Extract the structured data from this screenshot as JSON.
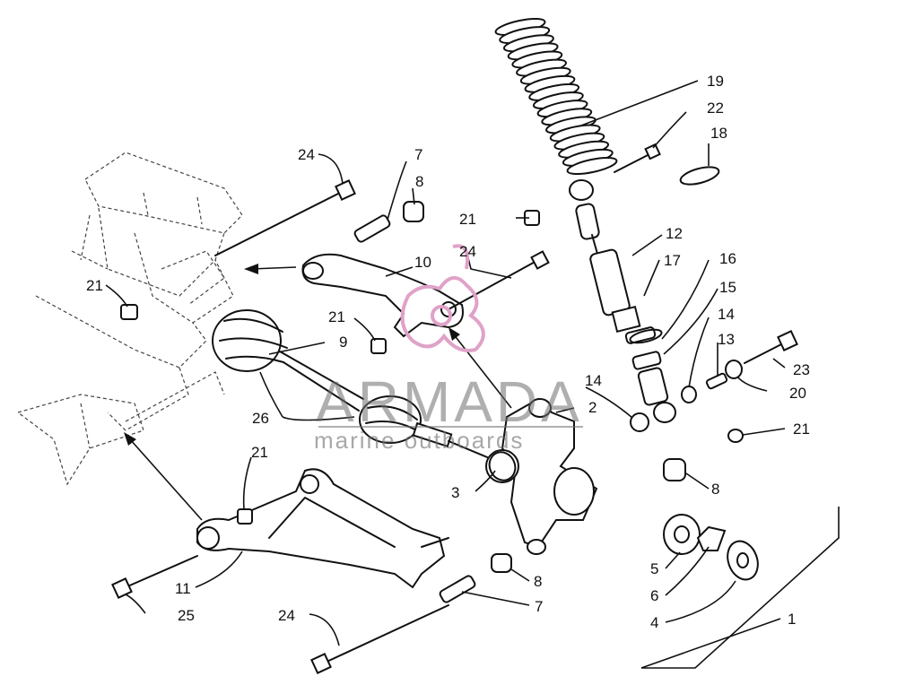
{
  "watermark": {
    "brand": "ARMADA",
    "subtitle": "marine outboards",
    "logo_color": "#e0a2c8",
    "text_color": "#6f6f6f"
  },
  "callouts": {
    "c1": "1",
    "c2": "2",
    "c3": "3",
    "c4": "4",
    "c5": "5",
    "c6": "6",
    "c7a": "7",
    "c7b": "7",
    "c8a": "8",
    "c8b": "8",
    "c8c": "8",
    "c9": "9",
    "c10": "10",
    "c11": "11",
    "c12": "12",
    "c13": "13",
    "c14a": "14",
    "c14b": "14",
    "c15": "15",
    "c16": "16",
    "c17": "17",
    "c18": "18",
    "c19": "19",
    "c20": "20",
    "c21a": "21",
    "c21b": "21",
    "c21c": "21",
    "c21d": "21",
    "c21e": "21",
    "c22": "22",
    "c23": "23",
    "c24a": "24",
    "c24b": "24",
    "c24c": "24",
    "c25": "25",
    "c26": "26"
  }
}
